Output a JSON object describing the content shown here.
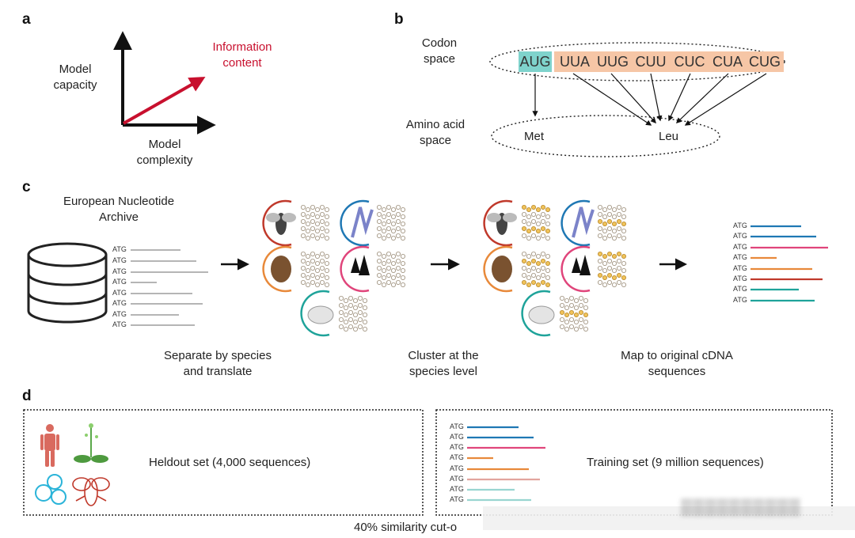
{
  "panels": {
    "a": {
      "letter": "a",
      "y_axis_label": "Model\ncapacity",
      "x_axis_label": "Model\ncomplexity",
      "vector_label": "Information\ncontent"
    },
    "b": {
      "letter": "b",
      "codon_space_label": "Codon\nspace",
      "amino_acid_space_label": "Amino acid\nspace",
      "start_codon": "AUG",
      "leu_codons": [
        "UUA",
        "UUG",
        "CUU",
        "CUC",
        "CUA",
        "CUG"
      ],
      "amino_acids": [
        "Met",
        "Leu"
      ]
    },
    "c": {
      "letter": "c",
      "database_label": "European Nucleotide\nArchive",
      "seq_prefix": "ATG",
      "steps": [
        "Separate by species\nand translate",
        "Cluster at the\nspecies level",
        "Map to original cDNA\nsequences"
      ]
    },
    "d": {
      "letter": "d",
      "heldout_label": "Heldout set (4,000 sequences)",
      "training_label": "Training set (9 million sequences)",
      "cutoff_label": "40% similarity cut-o"
    }
  },
  "colors": {
    "arrow_red": "#c8102e",
    "start_codon_bg": "#7fd3cc",
    "leu_codon_bg": "#f6c6a6",
    "seq_gray": "#b5b5b5",
    "seq_blue": "#1f78b4",
    "seq_pink": "#e0457b",
    "seq_orange": "#e8893a",
    "seq_red": "#c0392b",
    "seq_teal": "#1fa39a"
  },
  "icons": [
    "database-icon",
    "fly-icon",
    "plant-icon",
    "hamster-icon",
    "trees-icon",
    "mouse-icon",
    "human-icon",
    "arabidopsis-icon",
    "yeast-icon"
  ]
}
